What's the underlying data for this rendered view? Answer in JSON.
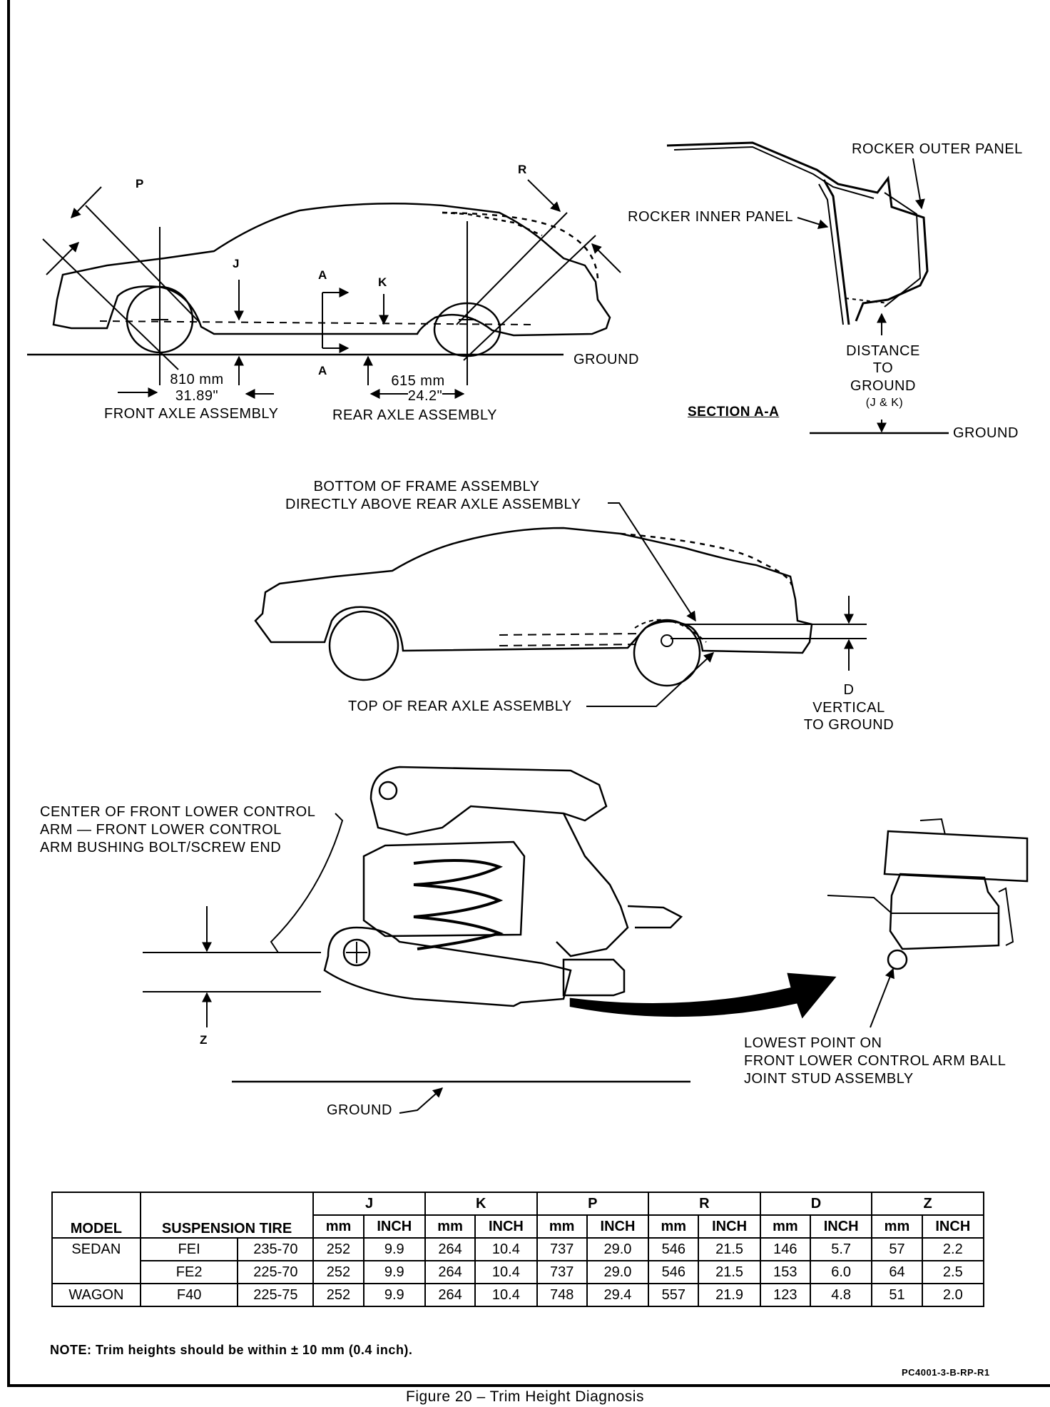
{
  "top_diagram": {
    "labels": {
      "p": "P",
      "r": "R",
      "j": "J",
      "k": "K",
      "a_top": "A",
      "a_bottom": "A",
      "ground": "GROUND",
      "front_dim_mm": "810 mm",
      "front_dim_in": "31.89\"",
      "rear_dim_mm": "615 mm",
      "rear_dim_in": "24.2\"",
      "front_axle": "FRONT AXLE ASSEMBLY",
      "rear_axle": "REAR AXLE ASSEMBLY"
    }
  },
  "section_aa": {
    "rocker_outer": "ROCKER OUTER PANEL",
    "rocker_inner": "ROCKER INNER PANEL",
    "distance_line1": "DISTANCE",
    "distance_line2": "TO",
    "distance_line3": "GROUND",
    "distance_line4": "(J & K)",
    "title": "SECTION A-A",
    "ground": "GROUND"
  },
  "middle_diagram": {
    "bottom_frame_line1": "BOTTOM OF FRAME ASSEMBLY",
    "bottom_frame_line2": "DIRECTLY ABOVE REAR AXLE ASSEMBLY",
    "top_rear_axle": "TOP OF REAR AXLE ASSEMBLY",
    "d": "D",
    "vertical": "VERTICAL",
    "to_ground": "TO GROUND"
  },
  "bottom_diagram": {
    "center_line1": "CENTER OF FRONT LOWER CONTROL",
    "center_line2": "ARM — FRONT LOWER CONTROL",
    "center_line3": "ARM BUSHING  BOLT/SCREW END",
    "z": "Z",
    "ground": "GROUND",
    "lowest_line1": "LOWEST POINT ON",
    "lowest_line2": "FRONT LOWER CONTROL ARM BALL",
    "lowest_line3": "JOINT STUD ASSEMBLY"
  },
  "table": {
    "headers": {
      "model": "MODEL",
      "suspension_tire": "SUSPENSION TIRE",
      "j": "J",
      "k": "K",
      "p": "P",
      "r": "R",
      "d": "D",
      "z": "Z",
      "mm": "mm",
      "inch": "INCH"
    },
    "rows": [
      {
        "model": "SEDAN",
        "suspension": "FEI",
        "tire": "235-70",
        "j_mm": "252",
        "j_in": "9.9",
        "k_mm": "264",
        "k_in": "10.4",
        "p_mm": "737",
        "p_in": "29.0",
        "r_mm": "546",
        "r_in": "21.5",
        "d_mm": "146",
        "d_in": "5.7",
        "z_mm": "57",
        "z_in": "2.2"
      },
      {
        "model": "",
        "suspension": "FE2",
        "tire": "225-70",
        "j_mm": "252",
        "j_in": "9.9",
        "k_mm": "264",
        "k_in": "10.4",
        "p_mm": "737",
        "p_in": "29.0",
        "r_mm": "546",
        "r_in": "21.5",
        "d_mm": "153",
        "d_in": "6.0",
        "z_mm": "64",
        "z_in": "2.5"
      },
      {
        "model": "WAGON",
        "suspension": "F40",
        "tire": "225-75",
        "j_mm": "252",
        "j_in": "9.9",
        "k_mm": "264",
        "k_in": "10.4",
        "p_mm": "748",
        "p_in": "29.4",
        "r_mm": "557",
        "r_in": "21.9",
        "d_mm": "123",
        "d_in": "4.8",
        "z_mm": "51",
        "z_in": "2.0"
      }
    ]
  },
  "note": "NOTE:  Trim heights should be within ± 10 mm (0.4 inch).",
  "code": "PC4001-3-B-RP-R1",
  "caption": "Figure 20 – Trim Height Diagnosis"
}
